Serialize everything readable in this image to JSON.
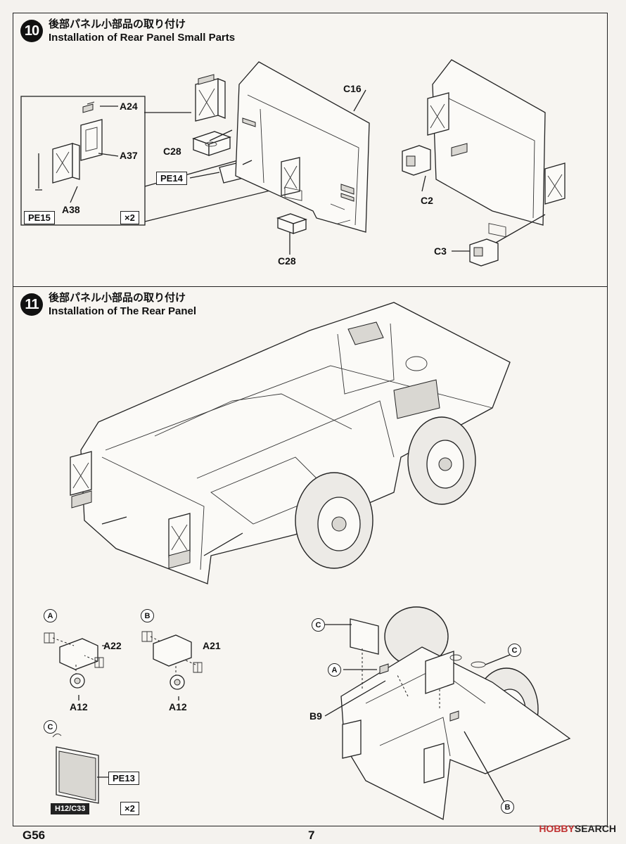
{
  "step10": {
    "number": "10",
    "title_jp": "後部パネル小部品の取り付け",
    "title_en": "Installation of Rear Panel Small Parts",
    "labels": {
      "c16": "C16",
      "a24": "A24",
      "a37": "A37",
      "a38": "A38",
      "c28_top": "C28",
      "c28_bottom": "C28",
      "pe14": "PE14",
      "pe15": "PE15",
      "x2": "×2",
      "c2": "C2",
      "c3": "C3"
    }
  },
  "step11": {
    "number": "11",
    "title_jp": "後部パネル小部品の取り付け",
    "title_en": "Installation of The Rear Panel",
    "labels": {
      "a22": "A22",
      "a21": "A21",
      "a12_left": "A12",
      "a12_right": "A12",
      "b9": "B9",
      "pe13": "PE13",
      "h12_c33": "H12/C33",
      "x2": "×2"
    },
    "circles": {
      "a_left": "A",
      "b_left": "B",
      "c_left": "C",
      "c_top": "C",
      "a_mid": "A",
      "c_right": "C",
      "b_bottom": "B"
    }
  },
  "footer": {
    "code": "G56",
    "page": "7"
  },
  "watermark": {
    "brand": "HOBBY",
    "suffix": "SEARCH"
  }
}
